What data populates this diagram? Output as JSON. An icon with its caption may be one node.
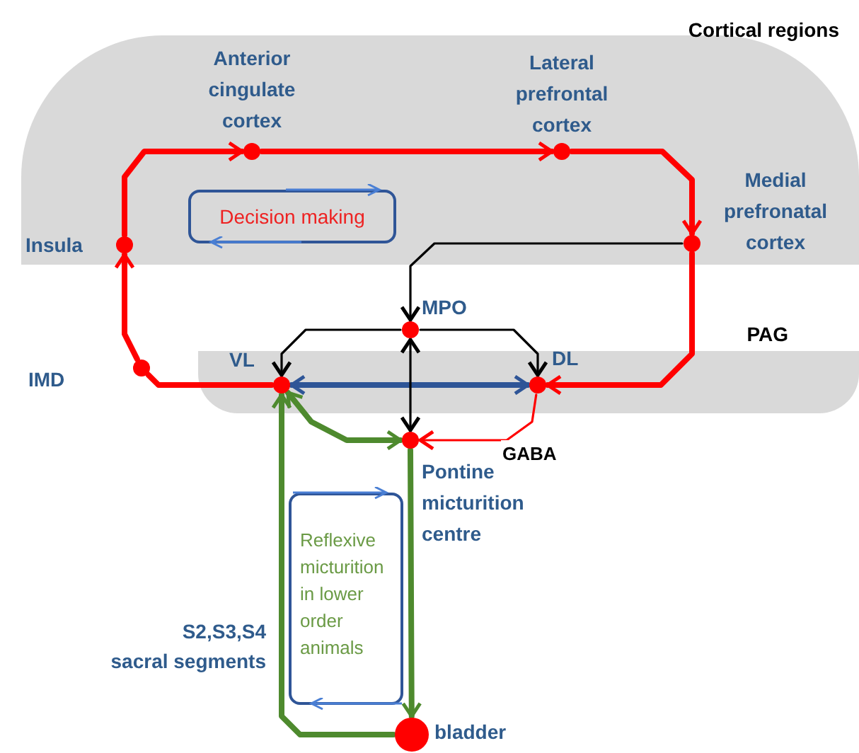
{
  "diagram": {
    "nodes": [
      {
        "text": [
          "Cortical regions"
        ]
      },
      {
        "text": [],
        "shape": "circle",
        "in": 0,
        "beside": [
          "Anterior cingulate cortex"
        ]
      },
      {
        "text": [],
        "shape": "circle",
        "in": 0,
        "beside": [
          "Lateral prefrontal cortex"
        ]
      },
      {
        "text": [],
        "shape": "circle",
        "in": 0,
        "beside": [
          "Insula"
        ]
      },
      {
        "text": [],
        "shape": "circle",
        "in": 0,
        "beside": [
          "Medial prefronatal cortex"
        ]
      },
      {
        "text": [
          "Decision making"
        ],
        "in": 0
      },
      {
        "text": [
          "PAG"
        ]
      },
      {
        "text": [],
        "shape": "circle",
        "beside": [
          "MPO"
        ]
      },
      {
        "text": [],
        "shape": "circle",
        "beside": [
          "IMD"
        ]
      },
      {
        "text": [],
        "shape": "circle",
        "in": 6,
        "beside": [
          "VL"
        ]
      },
      {
        "text": [],
        "shape": "circle",
        "in": 6,
        "beside": [
          "DL"
        ]
      },
      {
        "text": [],
        "shape": "circle",
        "beside": [
          "Pontine micturition centre"
        ]
      },
      {
        "text": [
          "Reflexive micturition in lower order animals"
        ]
      },
      {
        "text": [],
        "shape": "circle",
        "beside": [
          "bladder"
        ]
      }
    ],
    "edges": [
      {
        "from": 8,
        "to": 3,
        "arrow": "to"
      },
      {
        "from": 3,
        "to": 1,
        "arrow": "to"
      },
      {
        "from": 1,
        "to": 2,
        "arrow": "to"
      },
      {
        "from": 2,
        "to": 4,
        "arrow": "to"
      },
      {
        "from": 4,
        "to": 10,
        "arrow": "to"
      },
      {
        "from": 9,
        "to": 8,
        "arrow": "none"
      },
      {
        "from": 9,
        "to": 10,
        "arrow": "both",
        "color": "#2e5597"
      },
      {
        "from": 4,
        "to": 7,
        "arrow": "to",
        "color": "#000000"
      },
      {
        "from": 7,
        "to": 9,
        "arrow": "to",
        "color": "#000000"
      },
      {
        "from": 7,
        "to": 10,
        "arrow": "to",
        "color": "#000000"
      },
      {
        "from": 7,
        "to": 11,
        "arrow": "both",
        "color": "#000000"
      },
      {
        "from": 10,
        "to": 11,
        "arrow": "to",
        "label": "GABA"
      },
      {
        "from": 9,
        "to": 11,
        "arrow": "both",
        "color": "#4e8a2e"
      },
      {
        "from": 11,
        "to": 13,
        "arrow": "to",
        "color": "#4e8a2e"
      },
      {
        "from": 13,
        "to": 9,
        "arrow": "to",
        "color": "#4e8a2e"
      }
    ],
    "labels": [
      "S2,S3,S4",
      "sacral segments"
    ]
  }
}
